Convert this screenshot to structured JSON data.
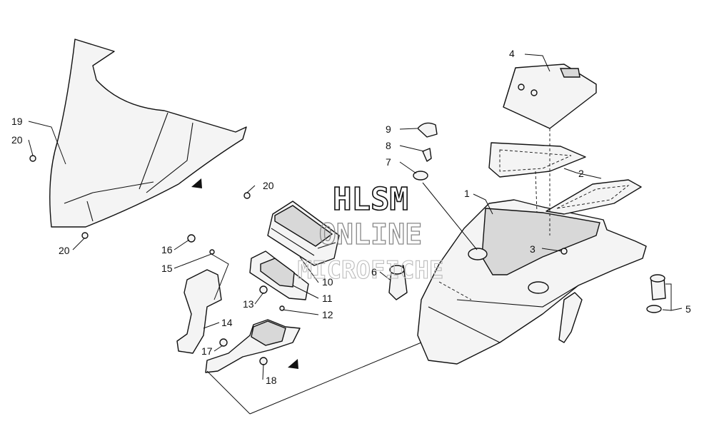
{
  "watermark": {
    "line1": "HLSM",
    "line2": "ONLINE",
    "line3": "MICROFICHE"
  },
  "callouts": [
    {
      "id": "c1",
      "label": "1"
    },
    {
      "id": "c2",
      "label": "2"
    },
    {
      "id": "c3",
      "label": "3"
    },
    {
      "id": "c4",
      "label": "4"
    },
    {
      "id": "c5",
      "label": "5"
    },
    {
      "id": "c6",
      "label": "6"
    },
    {
      "id": "c7",
      "label": "7"
    },
    {
      "id": "c8",
      "label": "8"
    },
    {
      "id": "c9",
      "label": "9"
    },
    {
      "id": "c10",
      "label": "10"
    },
    {
      "id": "c11",
      "label": "11"
    },
    {
      "id": "c12",
      "label": "12"
    },
    {
      "id": "c13",
      "label": "13"
    },
    {
      "id": "c14",
      "label": "14"
    },
    {
      "id": "c15",
      "label": "15"
    },
    {
      "id": "c16",
      "label": "16"
    },
    {
      "id": "c17",
      "label": "17"
    },
    {
      "id": "c18",
      "label": "18"
    },
    {
      "id": "c19",
      "label": "19"
    },
    {
      "id": "c20a",
      "label": "20"
    },
    {
      "id": "c20b",
      "label": "20"
    },
    {
      "id": "c20c",
      "label": "20"
    }
  ]
}
